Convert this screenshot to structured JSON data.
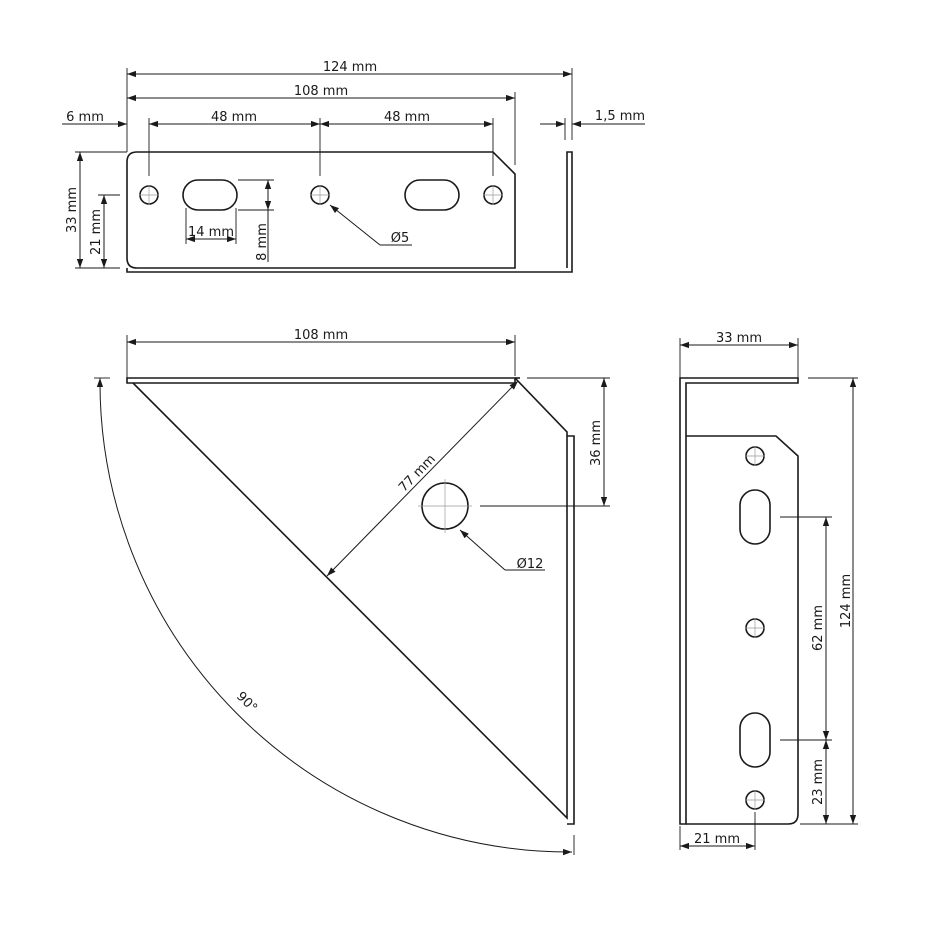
{
  "top_view": {
    "dim_total": "124 mm",
    "dim_inner": "108 mm",
    "dim_offset": "6 mm",
    "dim_spacing_left": "48 mm",
    "dim_spacing_right": "48 mm",
    "dim_thickness": "1,5 mm",
    "dim_height": "33 mm",
    "dim_hole_height": "21 mm",
    "dim_slot_width": "14 mm",
    "dim_slot_height": "8 mm",
    "hole_diameter": "Ø5"
  },
  "front_view": {
    "dim_length": "108 mm",
    "dim_diagonal": "77 mm",
    "dim_hole_offset": "36 mm",
    "hole_diameter": "Ø12",
    "angle": "90°"
  },
  "side_view": {
    "dim_width": "33 mm",
    "dim_height": "124 mm",
    "dim_slot_spacing": "62 mm",
    "dim_bottom_offset": "23 mm",
    "dim_hole_offset": "21 mm"
  }
}
